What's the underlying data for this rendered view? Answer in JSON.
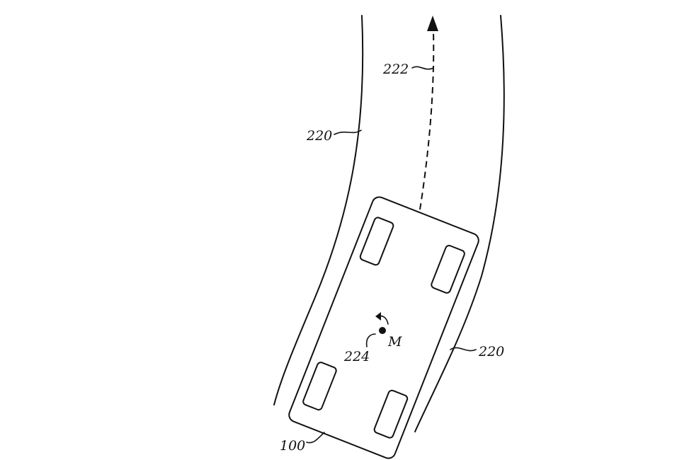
{
  "labels": {
    "road_left": "220",
    "road_right": "220",
    "path": "222",
    "rotation": "224",
    "moment": "M",
    "vehicle": "100"
  }
}
